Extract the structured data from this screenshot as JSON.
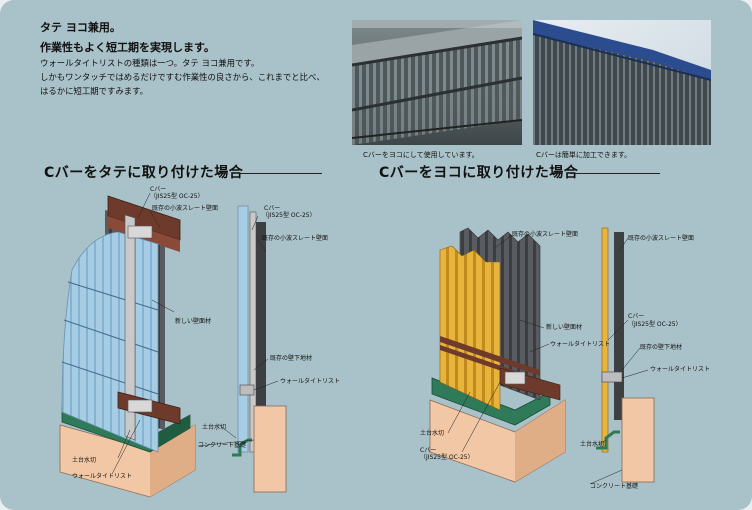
{
  "intro": {
    "title1": "タテ ヨコ兼用。",
    "title2": "作業性もよく短工期を実現します。",
    "body": [
      "ウォールタイトリストの種類は一つ。タテ ヨコ兼用です。",
      "しかもワンタッチではめるだけですむ作業性の良さから、これまでと比べ、",
      "はるかに短工期ですみます。"
    ]
  },
  "photos": [
    {
      "caption": "Cバーをヨコにして使用しています。"
    },
    {
      "caption": "Cバーは簡単に加工できます。"
    }
  ],
  "left_section": {
    "heading": "Cバーをタテに取り付けた場合",
    "labels": {
      "cbar_a": "Cバー",
      "cbar_a_spec": "（JIS25型 OC-25）",
      "slate_a": "既存の小波スレート壁面",
      "cbar_b": "Cバー",
      "cbar_b_spec": "（JIS25型 OC-25）",
      "slate_b": "既存の小波スレート壁面",
      "new_wall": "新しい壁面材",
      "base": "既存の壁下地材",
      "wtl_a": "ウォールタイトリスト",
      "sill": "土台水切",
      "concrete": "コンクリート基礎",
      "sill2": "土台水切",
      "wtl_b": "ウォールタイトリスト"
    }
  },
  "right_section": {
    "heading": "Cバーをヨコに取り付けた場合",
    "labels": {
      "slate_a": "既存の小波スレート壁面",
      "slate_b": "既存の小波スレート壁面",
      "new_wall": "新しい壁面材",
      "cbar_a": "Cバー",
      "cbar_a_spec": "（JIS25型 OC-25）",
      "wtl": "ウォールタイトリスト",
      "base": "既存の壁下地材",
      "wtl2": "ウォールタイトリスト",
      "sill": "土台水切",
      "cbar_b": "Cバー",
      "cbar_b_spec": "（JIS25型 OC-25）",
      "sill2": "土台水切",
      "concrete": "コンクリート基礎"
    }
  },
  "colors": {
    "background": "#a9c1c8",
    "new_panel_blue": "#a9cfe6",
    "new_panel_yellow": "#e7b238",
    "slate_gray": "#4d4f52",
    "cbar_brown": "#6e3a2c",
    "flashing_green": "#2f7a58",
    "concrete": "#f1c7a5"
  }
}
